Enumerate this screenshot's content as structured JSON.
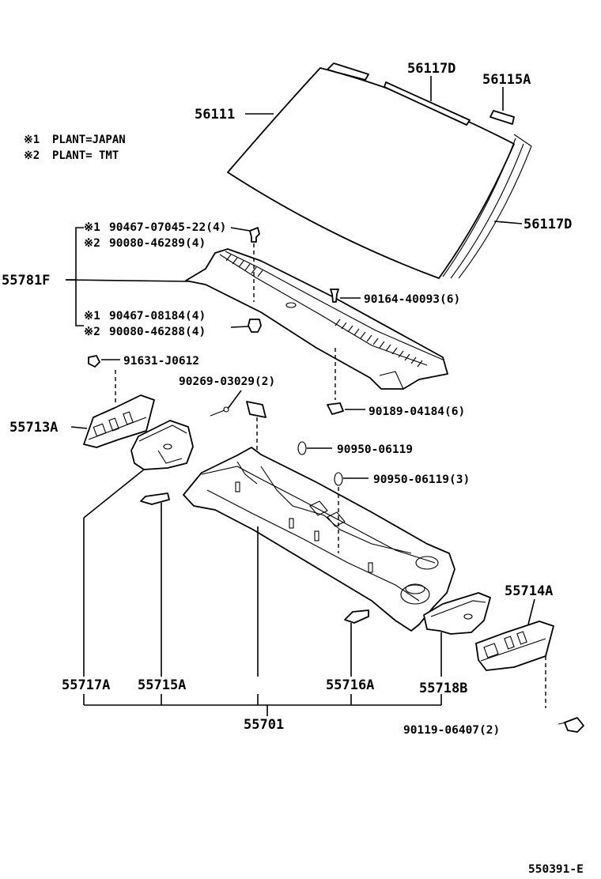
{
  "notes": [
    {
      "mark": "※1",
      "text": "PLANT=JAPAN"
    },
    {
      "mark": "※2",
      "text": "PLANT= TMT"
    }
  ],
  "labels": {
    "p56111": "56111",
    "p56117D_top": "56117D",
    "p56115A": "56115A",
    "p56117D_side": "56117D",
    "p55781F": "55781F",
    "p90467_07045": "90467-07045-22(4)",
    "p90080_46289": "90080-46289(4)",
    "p90467_08184": "90467-08184(4)",
    "p90080_46288": "90080-46288(4)",
    "p90164": "90164-40093(6)",
    "p91631": "91631-J0612",
    "p90269": "90269-03029(2)",
    "p90189": "90189-04184(6)",
    "p55713A": "55713A",
    "p90950_a": "90950-06119",
    "p90950_b": "90950-06119(3)",
    "p55714A": "55714A",
    "p55717A": "55717A",
    "p55715A": "55715A",
    "p55716A": "55716A",
    "p55718B": "55718B",
    "p55701": "55701",
    "p90119": "90119-06407(2)",
    "marks": {
      "m1a": "※1",
      "m2a": "※2",
      "m1b": "※1",
      "m2b": "※2"
    }
  },
  "figure_code": "550391-E"
}
